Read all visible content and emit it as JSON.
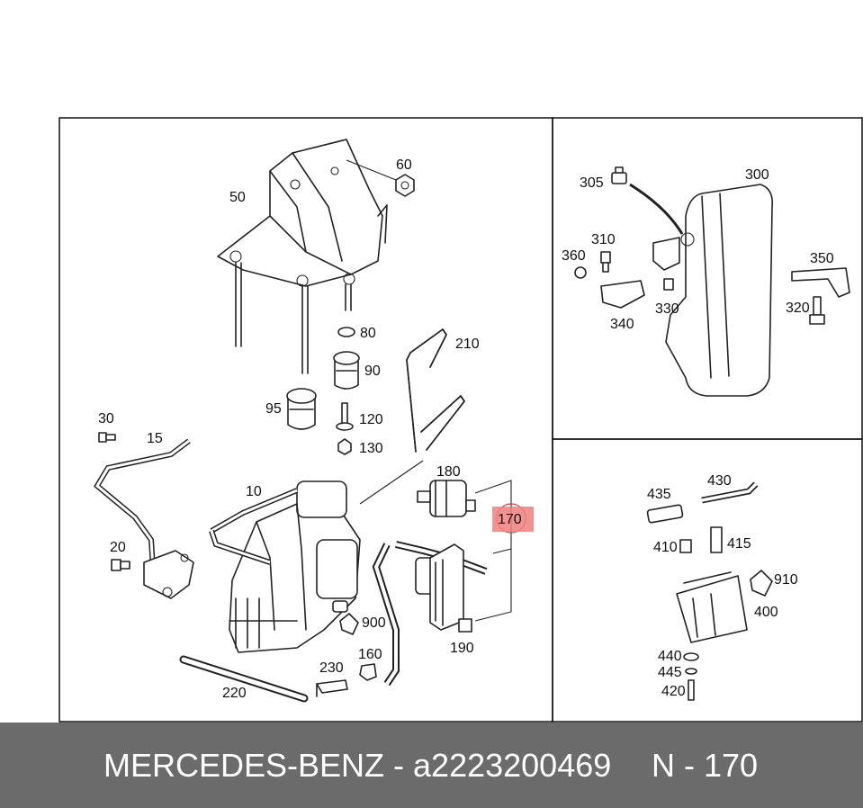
{
  "callouts": {
    "c50": "50",
    "c60": "60",
    "c80": "80",
    "c90": "90",
    "c95": "95",
    "c120": "120",
    "c130": "130",
    "c210": "210",
    "c30": "30",
    "c15": "15",
    "c10": "10",
    "c180": "180",
    "c170": "170",
    "c20": "20",
    "c900": "900",
    "c160": "160",
    "c230": "230",
    "c220": "220",
    "c190": "190",
    "c305": "305",
    "c300": "300",
    "c310": "310",
    "c360": "360",
    "c350": "350",
    "c320": "320",
    "c330": "330",
    "c340": "340",
    "c430": "430",
    "c435": "435",
    "c410": "410",
    "c415": "415",
    "c910": "910",
    "c400": "400",
    "c440": "440",
    "c445": "445",
    "c420": "420"
  },
  "highlight_color": "#f08080",
  "footer": {
    "brand_part": "MERCEDES-BENZ - a2223200469",
    "ref": "N - 170"
  }
}
